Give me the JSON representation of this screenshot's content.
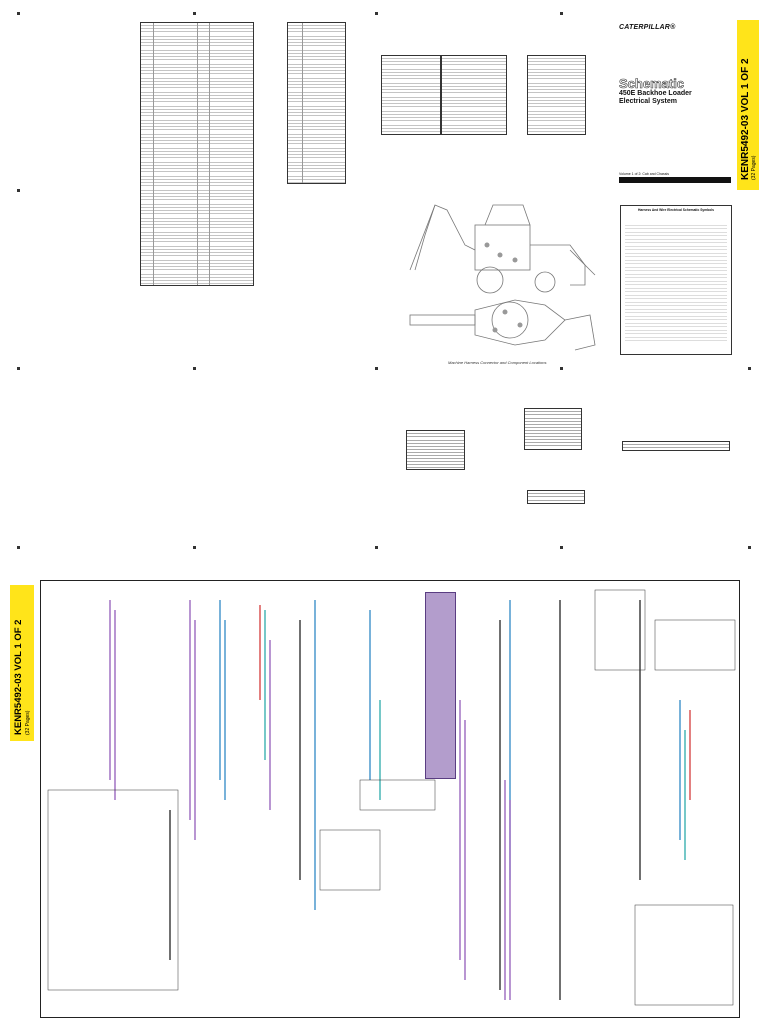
{
  "title_block": {
    "brand": "CATERPILLAR®",
    "title": "Schematic",
    "model_line1": "450E Backhoe Loader",
    "model_line2": "Electrical System",
    "volume_note": "Volume 1 of 2: Cab and Chassis"
  },
  "tab_top": {
    "main": "KENR5492-03 VOL 1 OF 2",
    "sub": "(32 Pages)"
  },
  "tab_bottom": {
    "main": "KENR5492-03 VOL 1 OF 2",
    "sub": "(32 Pages)"
  },
  "figure_caption": "Machine Harness Connector and Component Locations",
  "legend_title": "Harness And Wire Electrical Schematic Symbols",
  "colors": {
    "tab_yellow": "#ffe41a",
    "wire_purple": "#8a4fb5",
    "wire_blue": "#1f7fc0",
    "wire_teal": "#1aa3a3",
    "wire_red": "#d02b2b",
    "wire_black": "#111111"
  }
}
